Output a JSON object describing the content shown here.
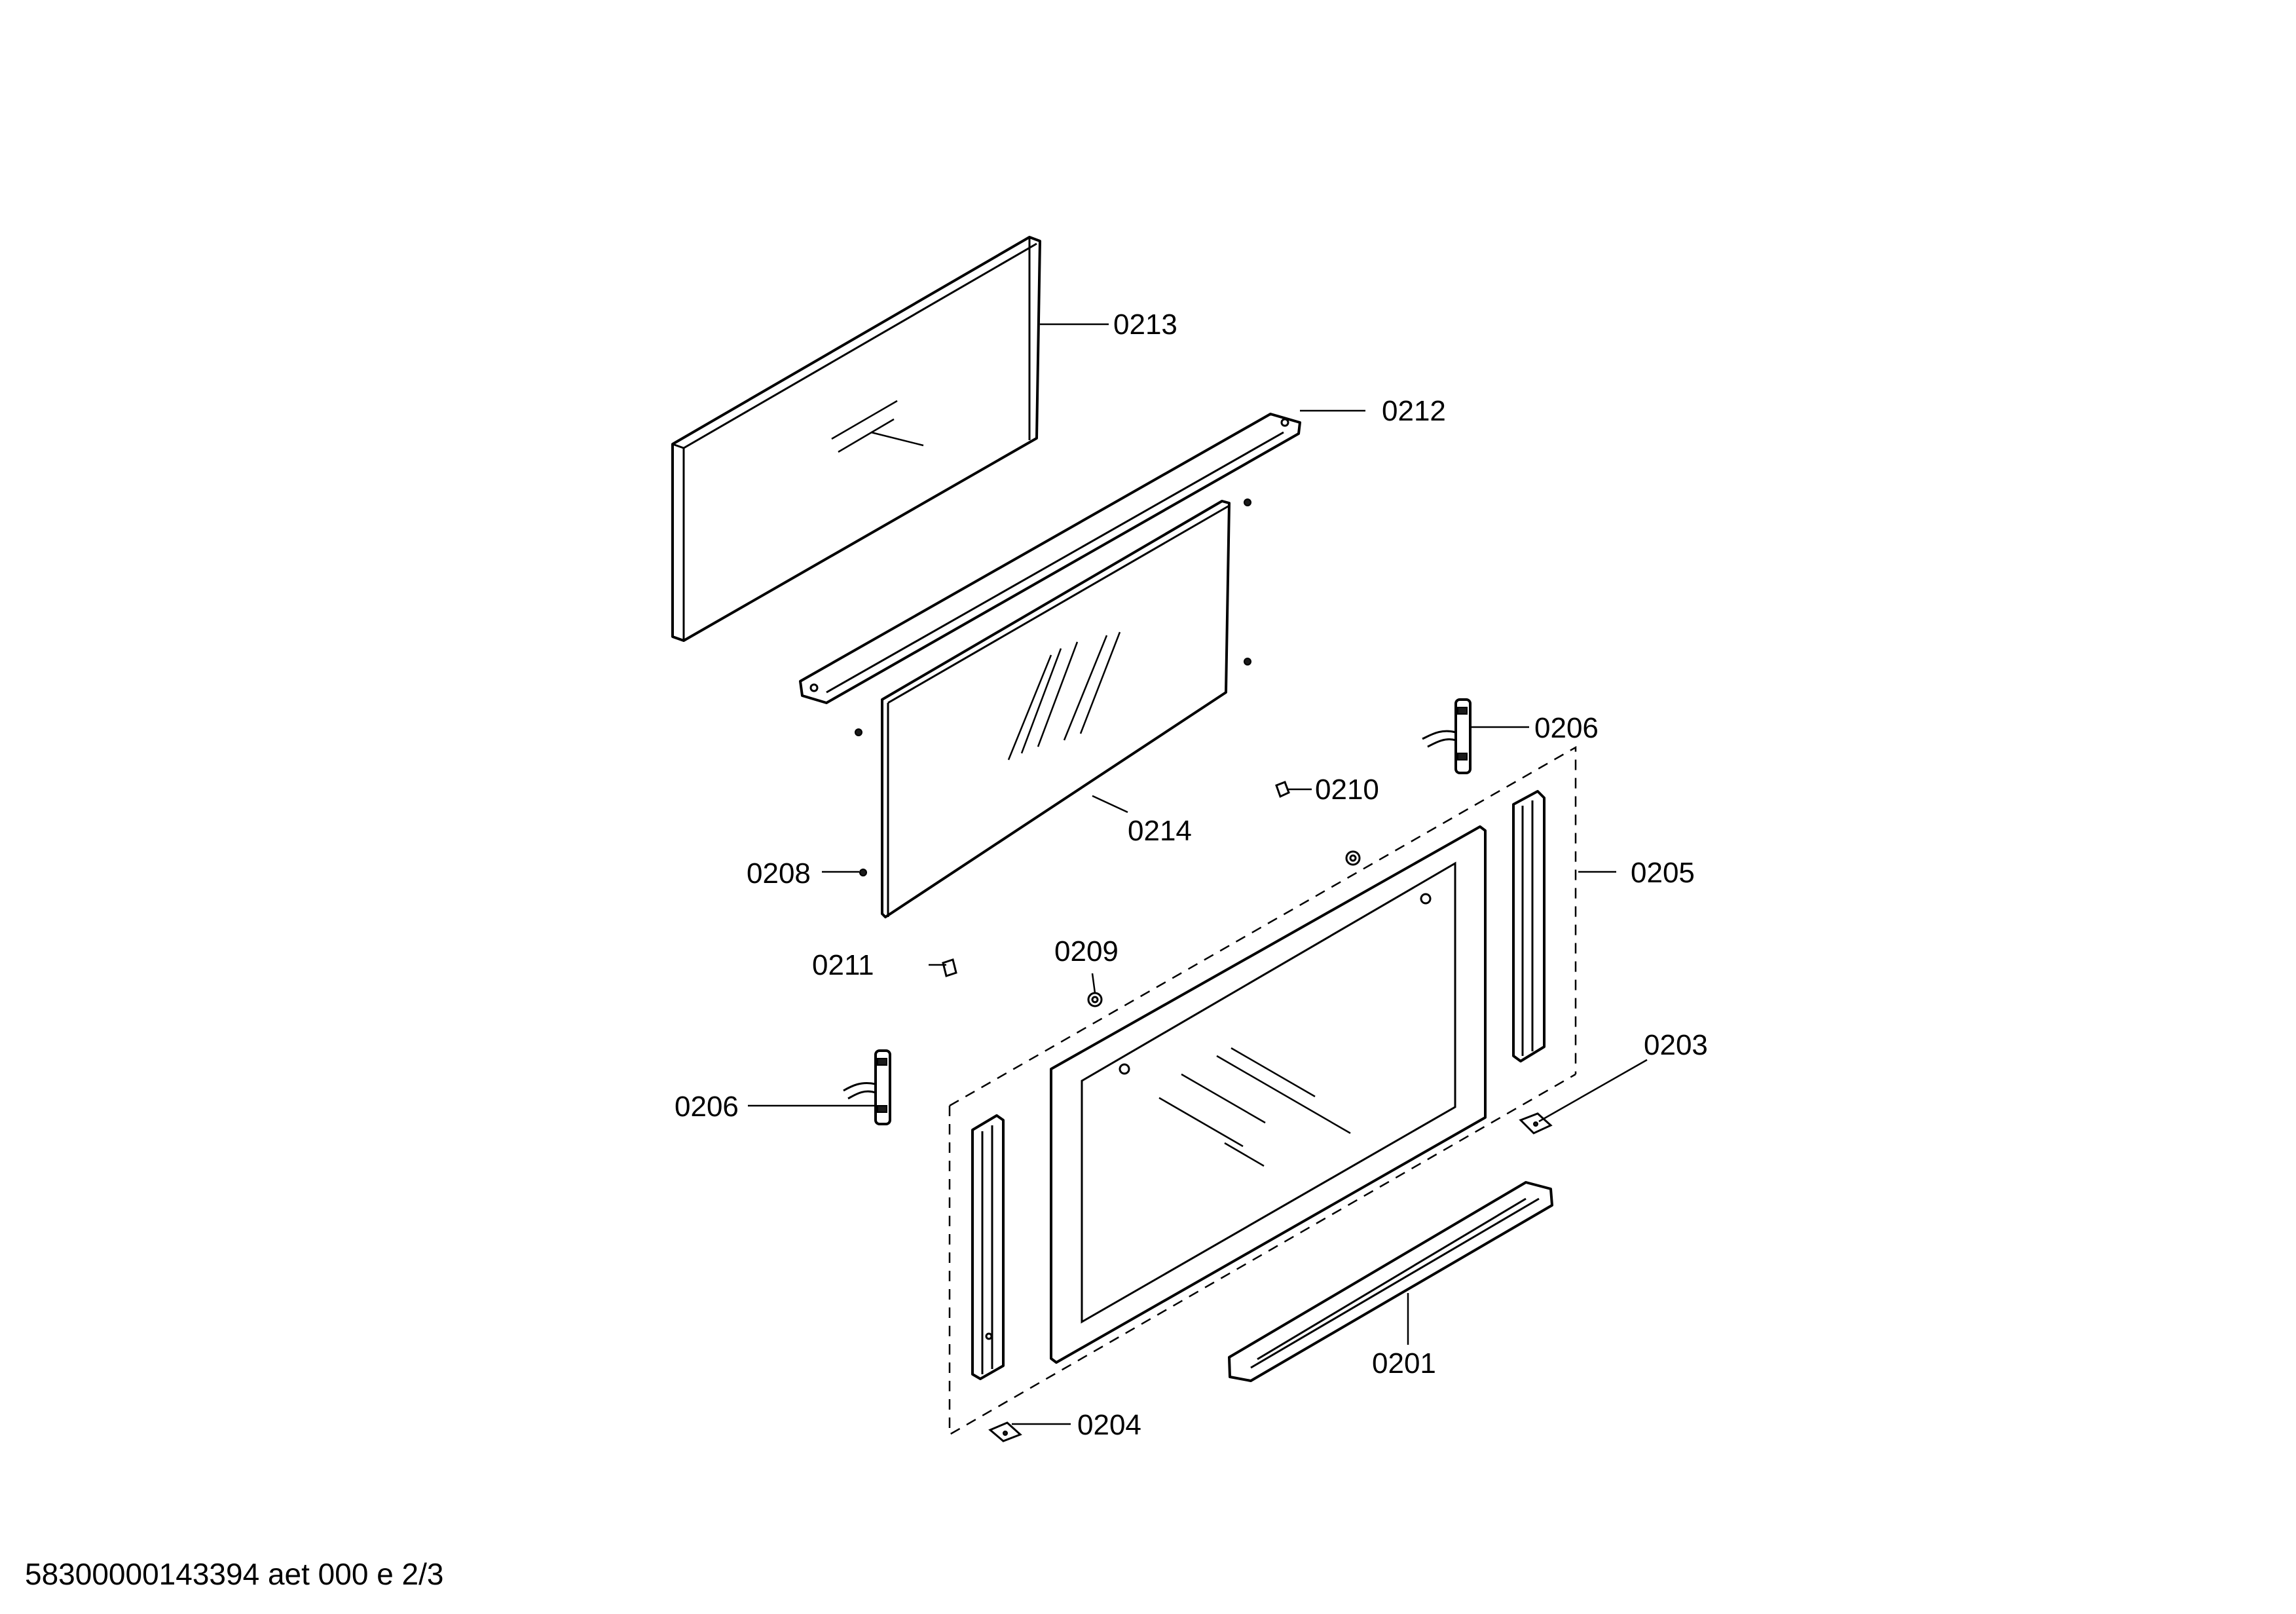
{
  "callouts": {
    "c0213": "0213",
    "c0212": "0212",
    "c0206_top": "0206",
    "c0210": "0210",
    "c0214": "0214",
    "c0208": "0208",
    "c0205": "0205",
    "c0211": "0211",
    "c0209": "0209",
    "c0203": "0203",
    "c0206_left": "0206",
    "c0201": "0201",
    "c0204": "0204"
  },
  "footer": "58300000143394 aet 000 e 2/3"
}
